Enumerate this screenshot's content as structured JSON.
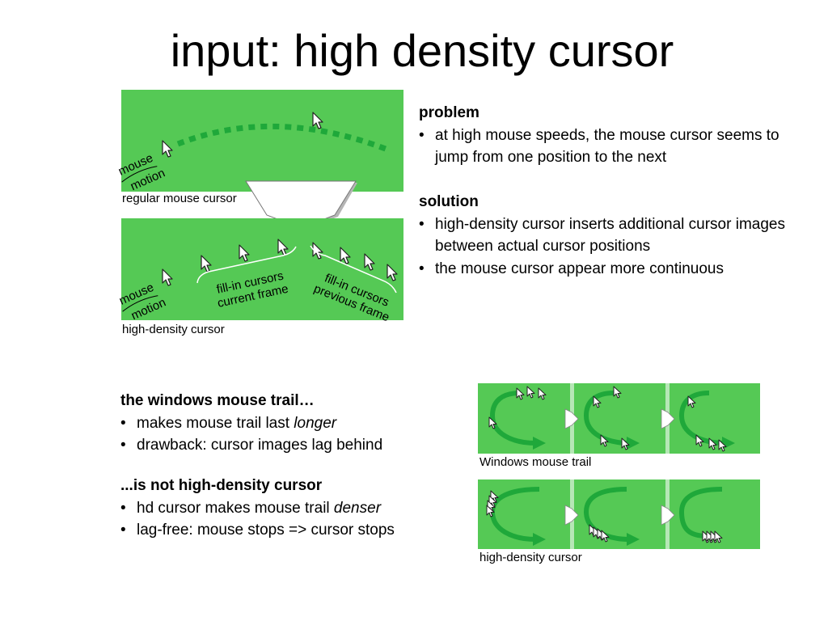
{
  "slide": {
    "title": "input: high density cursor"
  },
  "diagram_top": {
    "caption_regular": "regular mouse cursor",
    "caption_hd": "high-density cursor",
    "motion_label_line1": "mouse",
    "motion_label_line2": "motion",
    "fillin_current_line1": "fill-in cursors",
    "fillin_current_line2": "current frame",
    "fillin_previous_line1": "fill-in cursors",
    "fillin_previous_line2": "previous frame"
  },
  "problem": {
    "heading": "problem",
    "bullets": [
      "at high mouse speeds, the mouse cursor seems to jump from one position to the next"
    ]
  },
  "solution": {
    "heading": "solution",
    "bullets": [
      "high-density cursor inserts additional cursor images between actual cursor positions",
      "the mouse cursor appear more continuous"
    ]
  },
  "trail": {
    "heading": "the windows mouse trail…",
    "bullet1_text": "makes mouse trail last ",
    "bullet1_em": "longer",
    "bullet2_text": "drawback: cursor images lag behind"
  },
  "not_hd": {
    "heading": "...is not high-density cursor",
    "bullet1_text": "hd cursor makes mouse trail ",
    "bullet1_em": "denser",
    "bullet2_text": "lag-free: mouse stops => cursor stops"
  },
  "strips": {
    "trail_caption": "Windows mouse trail",
    "hd_caption": "high-density cursor"
  },
  "colors": {
    "green": "#55c955",
    "dark_green": "#1fa83a",
    "separator": "#b6e7b6"
  }
}
